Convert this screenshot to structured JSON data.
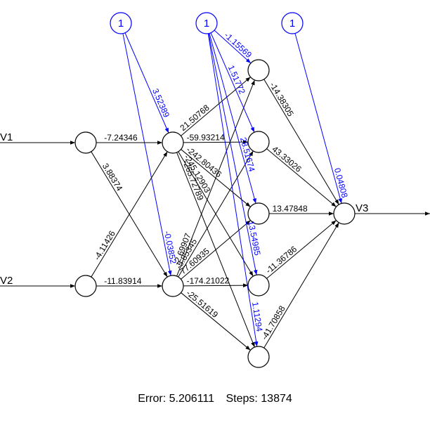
{
  "inputs": [
    "V1",
    "V2"
  ],
  "output": "V3",
  "bias_label": "1",
  "colors": {
    "weight": "#000000",
    "bias": "#0000ff"
  },
  "weights": {
    "input_to_h1": [
      [
        "-7.24346",
        "3.88374"
      ],
      [
        "-4.11426",
        "-11.83914"
      ]
    ],
    "h1_to_h2": [
      [
        "21.50768",
        "-59.93214",
        "-242.80436",
        "-245.12903",
        "-265.72789"
      ],
      [
        "-2.69907",
        "-5.85345",
        "77.60935",
        "-174.21022",
        "-25.51619"
      ]
    ],
    "h2_to_out": [
      "-14.38305",
      "43.33026",
      "13.47848",
      "-11.36786",
      "-41.70858"
    ]
  },
  "biases": {
    "h1": [
      "3.52389",
      "-0.03852"
    ],
    "h2": [
      "-1.15569",
      "1.51772",
      "28.51674",
      "13.54985",
      "1.11294"
    ],
    "out": "0.04808"
  },
  "status": {
    "error_label": "Error:",
    "error_value": "5.206111",
    "steps_label": "Steps:",
    "steps_value": "13874"
  }
}
